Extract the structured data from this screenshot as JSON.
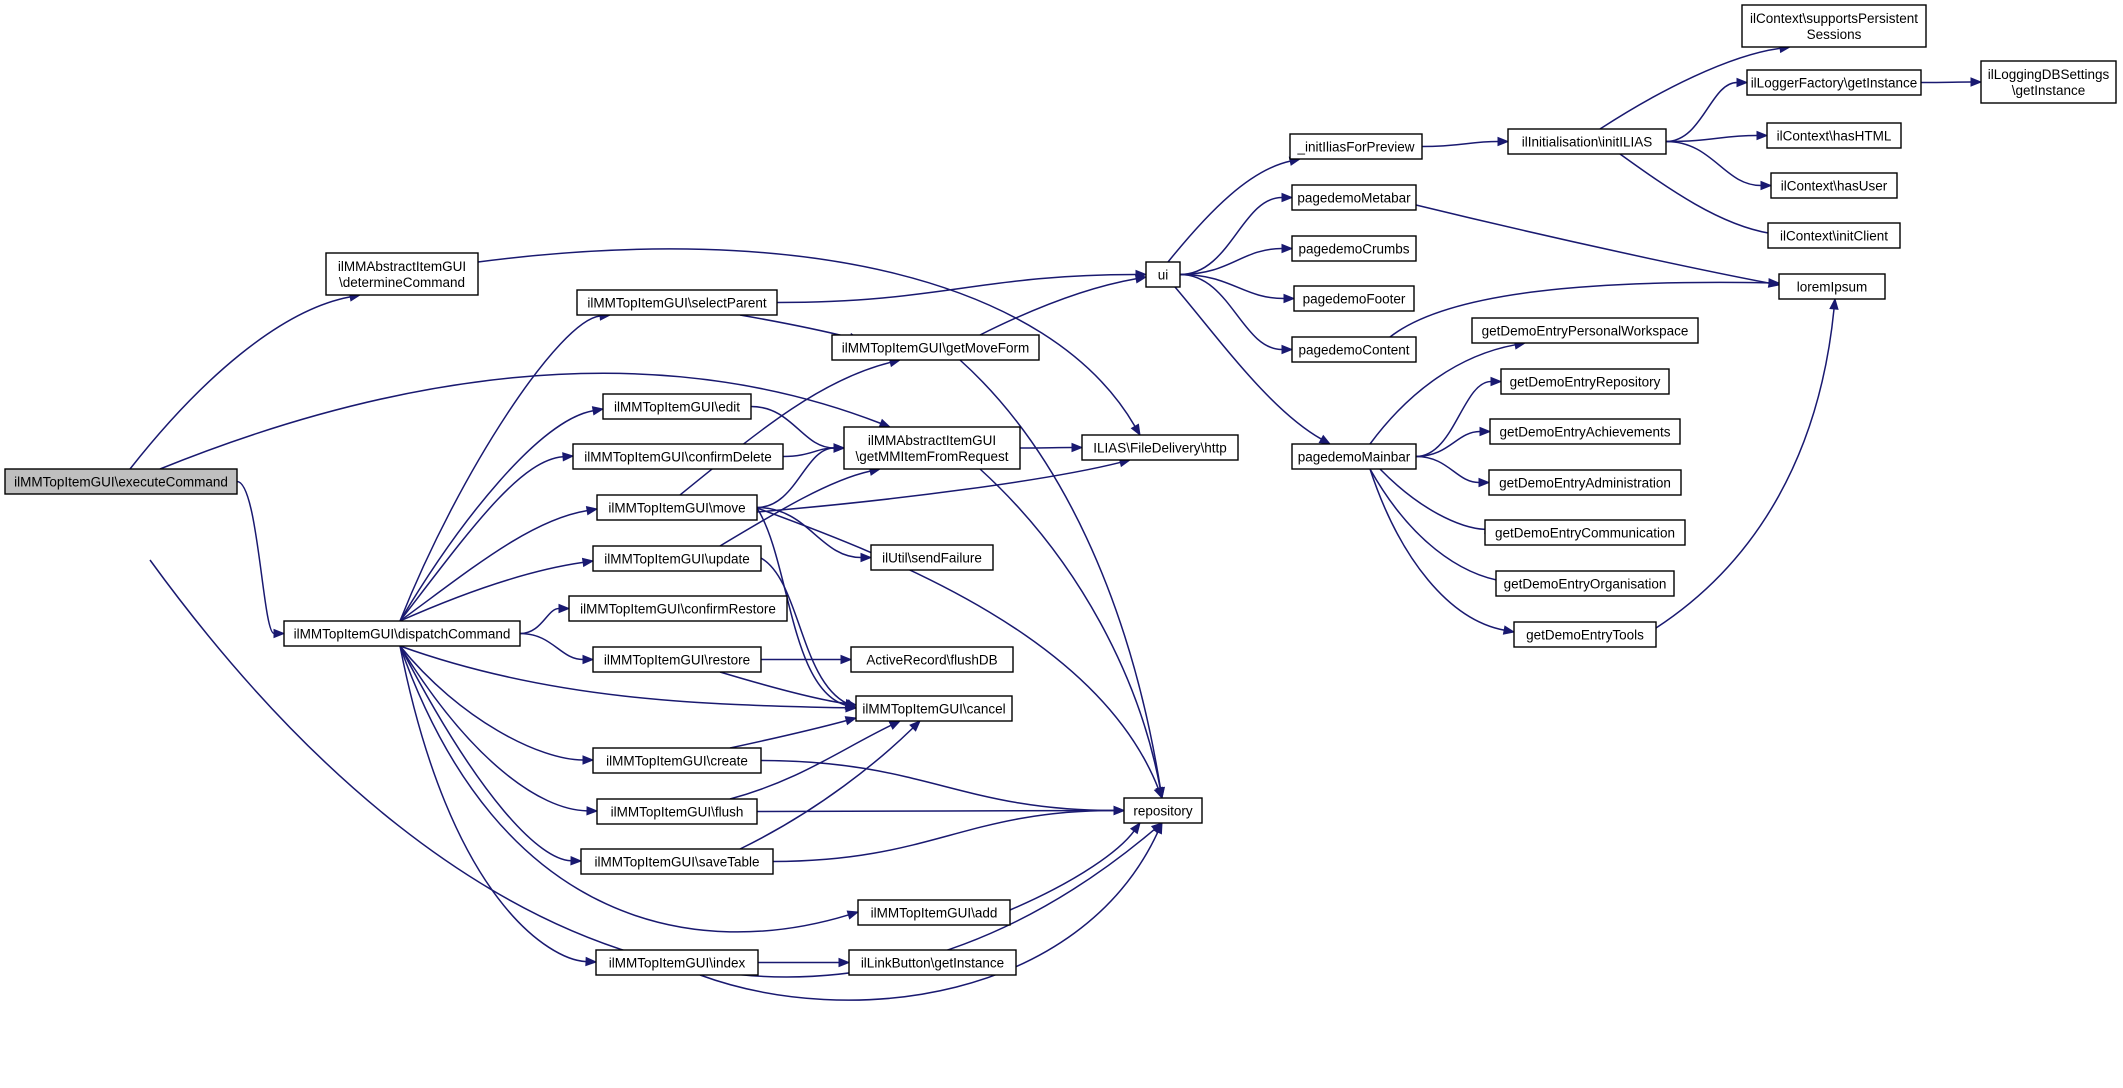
{
  "graph": {
    "nodes": [
      {
        "id": "executeCommand",
        "lines": [
          "ilMMTopItemGUI\\executeCommand"
        ],
        "root": true
      },
      {
        "id": "determineCommand",
        "lines": [
          "ilMMAbstractItemGUI",
          "\\determineCommand"
        ]
      },
      {
        "id": "dispatchCommand",
        "lines": [
          "ilMMTopItemGUI\\dispatchCommand"
        ]
      },
      {
        "id": "selectParent",
        "lines": [
          "ilMMTopItemGUI\\selectParent"
        ]
      },
      {
        "id": "edit",
        "lines": [
          "ilMMTopItemGUI\\edit"
        ]
      },
      {
        "id": "confirmDelete",
        "lines": [
          "ilMMTopItemGUI\\confirmDelete"
        ]
      },
      {
        "id": "move",
        "lines": [
          "ilMMTopItemGUI\\move"
        ]
      },
      {
        "id": "update",
        "lines": [
          "ilMMTopItemGUI\\update"
        ]
      },
      {
        "id": "confirmRestore",
        "lines": [
          "ilMMTopItemGUI\\confirmRestore"
        ]
      },
      {
        "id": "restore",
        "lines": [
          "ilMMTopItemGUI\\restore"
        ]
      },
      {
        "id": "create",
        "lines": [
          "ilMMTopItemGUI\\create"
        ]
      },
      {
        "id": "flush",
        "lines": [
          "ilMMTopItemGUI\\flush"
        ]
      },
      {
        "id": "saveTable",
        "lines": [
          "ilMMTopItemGUI\\saveTable"
        ]
      },
      {
        "id": "index",
        "lines": [
          "ilMMTopItemGUI\\index"
        ]
      },
      {
        "id": "getMoveForm",
        "lines": [
          "ilMMTopItemGUI\\getMoveForm"
        ]
      },
      {
        "id": "getMMItemFromRequest",
        "lines": [
          "ilMMAbstractItemGUI",
          "\\getMMItemFromRequest"
        ]
      },
      {
        "id": "sendFailure",
        "lines": [
          "ilUtil\\sendFailure"
        ]
      },
      {
        "id": "flushDB",
        "lines": [
          "ActiveRecord\\flushDB"
        ]
      },
      {
        "id": "cancel",
        "lines": [
          "ilMMTopItemGUI\\cancel"
        ]
      },
      {
        "id": "add",
        "lines": [
          "ilMMTopItemGUI\\add"
        ]
      },
      {
        "id": "linkButton",
        "lines": [
          "ilLinkButton\\getInstance"
        ]
      },
      {
        "id": "http",
        "lines": [
          "ILIAS\\FileDelivery\\http"
        ]
      },
      {
        "id": "repository",
        "lines": [
          "repository"
        ]
      },
      {
        "id": "ui",
        "lines": [
          "ui"
        ]
      },
      {
        "id": "initIliasForPreview",
        "lines": [
          "_initIliasForPreview"
        ]
      },
      {
        "id": "pagedemoMetabar",
        "lines": [
          "pagedemoMetabar"
        ]
      },
      {
        "id": "pagedemoCrumbs",
        "lines": [
          "pagedemoCrumbs"
        ]
      },
      {
        "id": "pagedemoFooter",
        "lines": [
          "pagedemoFooter"
        ]
      },
      {
        "id": "pagedemoContent",
        "lines": [
          "pagedemoContent"
        ]
      },
      {
        "id": "pagedemoMainbar",
        "lines": [
          "pagedemoMainbar"
        ]
      },
      {
        "id": "initILIAS",
        "lines": [
          "ilInitialisation\\initILIAS"
        ]
      },
      {
        "id": "supportsPersistent",
        "lines": [
          "ilContext\\supportsPersistent",
          "Sessions"
        ]
      },
      {
        "id": "loggerFactory",
        "lines": [
          "ilLoggerFactory\\getInstance"
        ]
      },
      {
        "id": "loggingDB",
        "lines": [
          "ilLoggingDBSettings",
          "\\getInstance"
        ]
      },
      {
        "id": "hasHTML",
        "lines": [
          "ilContext\\hasHTML"
        ]
      },
      {
        "id": "hasUser",
        "lines": [
          "ilContext\\hasUser"
        ]
      },
      {
        "id": "initClient",
        "lines": [
          "ilContext\\initClient"
        ]
      },
      {
        "id": "loremIpsum",
        "lines": [
          "loremIpsum"
        ]
      },
      {
        "id": "personalWorkspace",
        "lines": [
          "getDemoEntryPersonalWorkspace"
        ]
      },
      {
        "id": "entryRepository",
        "lines": [
          "getDemoEntryRepository"
        ]
      },
      {
        "id": "achievements",
        "lines": [
          "getDemoEntryAchievements"
        ]
      },
      {
        "id": "administration",
        "lines": [
          "getDemoEntryAdministration"
        ]
      },
      {
        "id": "communication",
        "lines": [
          "getDemoEntryCommunication"
        ]
      },
      {
        "id": "organisation",
        "lines": [
          "getDemoEntryOrganisation"
        ]
      },
      {
        "id": "tools",
        "lines": [
          "getDemoEntryTools"
        ]
      }
    ],
    "edges": [
      [
        "executeCommand",
        "determineCommand"
      ],
      [
        "executeCommand",
        "getMMItemFromRequest"
      ],
      [
        "executeCommand",
        "dispatchCommand"
      ],
      [
        "executeCommand",
        "repository"
      ],
      [
        "determineCommand",
        "http"
      ],
      [
        "dispatchCommand",
        "selectParent"
      ],
      [
        "dispatchCommand",
        "edit"
      ],
      [
        "dispatchCommand",
        "confirmDelete"
      ],
      [
        "dispatchCommand",
        "move"
      ],
      [
        "dispatchCommand",
        "update"
      ],
      [
        "dispatchCommand",
        "confirmRestore"
      ],
      [
        "dispatchCommand",
        "restore"
      ],
      [
        "dispatchCommand",
        "cancel"
      ],
      [
        "dispatchCommand",
        "create"
      ],
      [
        "dispatchCommand",
        "flush"
      ],
      [
        "dispatchCommand",
        "saveTable"
      ],
      [
        "dispatchCommand",
        "add"
      ],
      [
        "dispatchCommand",
        "index"
      ],
      [
        "selectParent",
        "ui"
      ],
      [
        "selectParent",
        "getMoveForm"
      ],
      [
        "edit",
        "getMMItemFromRequest"
      ],
      [
        "confirmDelete",
        "getMMItemFromRequest"
      ],
      [
        "move",
        "getMMItemFromRequest"
      ],
      [
        "move",
        "http"
      ],
      [
        "move",
        "sendFailure"
      ],
      [
        "move",
        "cancel"
      ],
      [
        "move",
        "repository"
      ],
      [
        "move",
        "getMoveForm"
      ],
      [
        "update",
        "getMMItemFromRequest"
      ],
      [
        "update",
        "cancel"
      ],
      [
        "restore",
        "flushDB"
      ],
      [
        "restore",
        "cancel"
      ],
      [
        "create",
        "cancel"
      ],
      [
        "create",
        "repository"
      ],
      [
        "flush",
        "cancel"
      ],
      [
        "flush",
        "repository"
      ],
      [
        "saveTable",
        "cancel"
      ],
      [
        "saveTable",
        "repository"
      ],
      [
        "add",
        "repository"
      ],
      [
        "index",
        "linkButton"
      ],
      [
        "index",
        "repository"
      ],
      [
        "getMoveForm",
        "ui"
      ],
      [
        "getMoveForm",
        "repository"
      ],
      [
        "getMMItemFromRequest",
        "http"
      ],
      [
        "getMMItemFromRequest",
        "repository"
      ],
      [
        "ui",
        "initIliasForPreview"
      ],
      [
        "ui",
        "pagedemoMetabar"
      ],
      [
        "ui",
        "pagedemoCrumbs"
      ],
      [
        "ui",
        "pagedemoFooter"
      ],
      [
        "ui",
        "pagedemoContent"
      ],
      [
        "ui",
        "pagedemoMainbar"
      ],
      [
        "initIliasForPreview",
        "initILIAS"
      ],
      [
        "initILIAS",
        "supportsPersistent"
      ],
      [
        "initILIAS",
        "loggerFactory"
      ],
      [
        "initILIAS",
        "hasHTML"
      ],
      [
        "initILIAS",
        "hasUser"
      ],
      [
        "initILIAS",
        "initClient"
      ],
      [
        "loggerFactory",
        "loggingDB"
      ],
      [
        "pagedemoMetabar",
        "loremIpsum"
      ],
      [
        "pagedemoContent",
        "loremIpsum"
      ],
      [
        "pagedemoMainbar",
        "personalWorkspace"
      ],
      [
        "pagedemoMainbar",
        "entryRepository"
      ],
      [
        "pagedemoMainbar",
        "achievements"
      ],
      [
        "pagedemoMainbar",
        "administration"
      ],
      [
        "pagedemoMainbar",
        "communication"
      ],
      [
        "pagedemoMainbar",
        "organisation"
      ],
      [
        "pagedemoMainbar",
        "tools"
      ],
      [
        "tools",
        "loremIpsum"
      ]
    ]
  }
}
